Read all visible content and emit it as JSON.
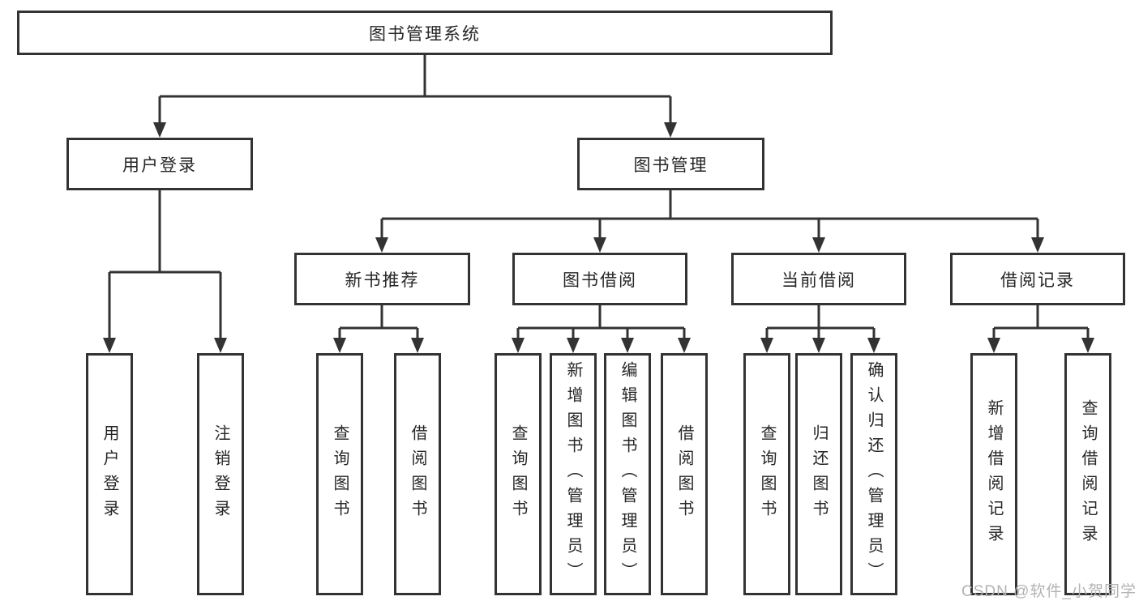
{
  "diagram": {
    "root": {
      "label": "图书管理系统"
    },
    "children": [
      {
        "label": "用户登录",
        "children": [
          {
            "label": "用户登录"
          },
          {
            "label": "注销登录"
          }
        ]
      },
      {
        "label": "图书管理",
        "children": [
          {
            "label": "新书推荐",
            "children": [
              {
                "label": "查询图书"
              },
              {
                "label": "借阅图书"
              }
            ]
          },
          {
            "label": "图书借阅",
            "children": [
              {
                "label": "查询图书"
              },
              {
                "label": "新增图书（管理员）"
              },
              {
                "label": "编辑图书（管理员）"
              },
              {
                "label": "借阅图书"
              }
            ]
          },
          {
            "label": "当前借阅",
            "children": [
              {
                "label": "查询图书"
              },
              {
                "label": "归还图书"
              },
              {
                "label": "确认归还（管理员）"
              }
            ]
          },
          {
            "label": "借阅记录",
            "children": [
              {
                "label": "新增借阅记录"
              },
              {
                "label": "查询借阅记录"
              }
            ]
          }
        ]
      }
    ]
  },
  "watermark": {
    "text": "CSDN @软件_小贺同学"
  },
  "colors": {
    "line": "#333333",
    "box_border": "#333333",
    "text": "#262626",
    "watermark": "#b3b3b3",
    "background": "#ffffff"
  }
}
